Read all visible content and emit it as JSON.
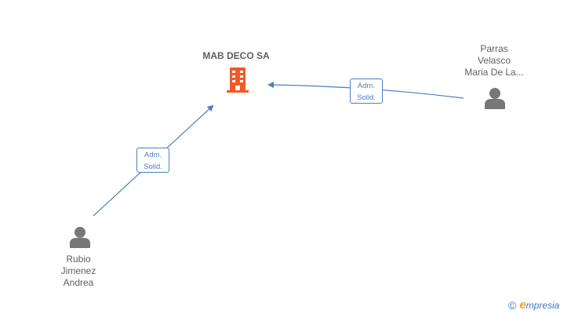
{
  "company": {
    "name": "MAB DECO SA",
    "icon": "building-icon",
    "color": "#f05a28"
  },
  "persons": [
    {
      "id": "parras",
      "label_lines": [
        "Parras",
        "Velasco",
        "Maria De La..."
      ],
      "icon": "person-icon"
    },
    {
      "id": "rubio",
      "label_lines": [
        "Rubio",
        "Jimenez",
        "Andrea"
      ]
    }
  ],
  "relations": [
    {
      "from": "rubio",
      "to": "company",
      "role_lines": [
        "Adm.",
        "Solid."
      ]
    },
    {
      "from": "parras",
      "to": "company",
      "role_lines": [
        "Adm.",
        "Solid."
      ]
    }
  ],
  "colors": {
    "edge": "#4a7fc0",
    "person": "#777777",
    "text": "#5f5f5f"
  },
  "watermark": {
    "symbol": "©",
    "brand_first": "e",
    "brand_rest": "mpresia"
  }
}
